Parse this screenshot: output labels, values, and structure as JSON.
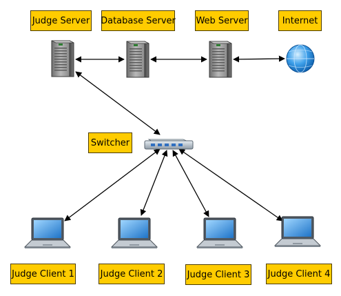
{
  "labels": {
    "judge_server": "Judge Server",
    "database_server": "Database Server",
    "web_server": "Web Server",
    "internet": "Internet",
    "switcher": "Switcher",
    "judge_client_1": "Judge Client 1",
    "judge_client_2": "Judge Client 2",
    "judge_client_3": "Judge Client 3",
    "judge_client_4": "Judge Client 4"
  },
  "icons": {
    "server": "server-icon",
    "globe": "globe-icon",
    "switch": "network-switch-icon",
    "laptop": "laptop-icon"
  },
  "colors": {
    "label_fill": "#ffcc00",
    "label_border": "#4a3b00",
    "connector": "#000000"
  }
}
